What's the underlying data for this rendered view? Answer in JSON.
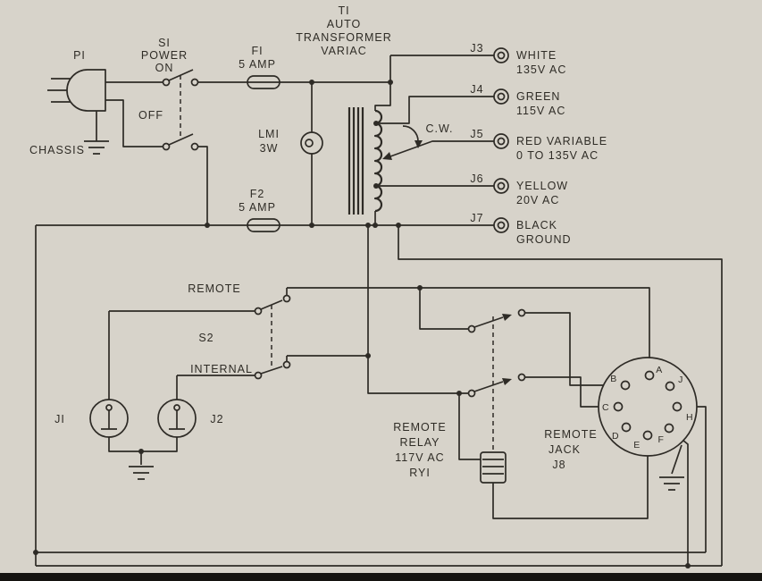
{
  "canvas": {
    "paper": "#d7d3ca",
    "ink": "#2e2b26"
  },
  "title": {
    "line1": "TI",
    "line2": "AUTO",
    "line3": "TRANSFORMER",
    "line4": "VARIAC"
  },
  "plug": {
    "label": "PI"
  },
  "chassis_label": "CHASSIS",
  "s1": {
    "id": "SI",
    "line2": "POWER",
    "line3": "ON",
    "off": "OFF"
  },
  "f1": {
    "id": "FI",
    "rating": "5 AMP"
  },
  "f2": {
    "id": "F2",
    "rating": "5 AMP"
  },
  "lamp": {
    "id": "LMI",
    "rating": "3W"
  },
  "cw_label": "C.W.",
  "output_jacks": [
    {
      "id": "J3",
      "color": "WHITE",
      "spec": "135V AC"
    },
    {
      "id": "J4",
      "color": "GREEN",
      "spec": "115V AC"
    },
    {
      "id": "J5",
      "color": "RED VARIABLE",
      "spec": "0 TO 135V AC"
    },
    {
      "id": "J6",
      "color": "YELLOW",
      "spec": "20V AC"
    },
    {
      "id": "J7",
      "color": "BLACK",
      "spec": "GROUND"
    }
  ],
  "s2": {
    "remote": "REMOTE",
    "id": "S2",
    "internal": "INTERNAL"
  },
  "input_jacks": {
    "j1": "JI",
    "j2": "J2"
  },
  "relay": {
    "line1": "REMOTE",
    "line2": "RELAY",
    "line3": "117V AC",
    "line4": "RYI"
  },
  "remote_jack": {
    "line1": "REMOTE",
    "line2": "JACK",
    "line3": "J8",
    "pins": [
      "A",
      "B",
      "C",
      "D",
      "E",
      "F",
      "H",
      "J"
    ]
  }
}
